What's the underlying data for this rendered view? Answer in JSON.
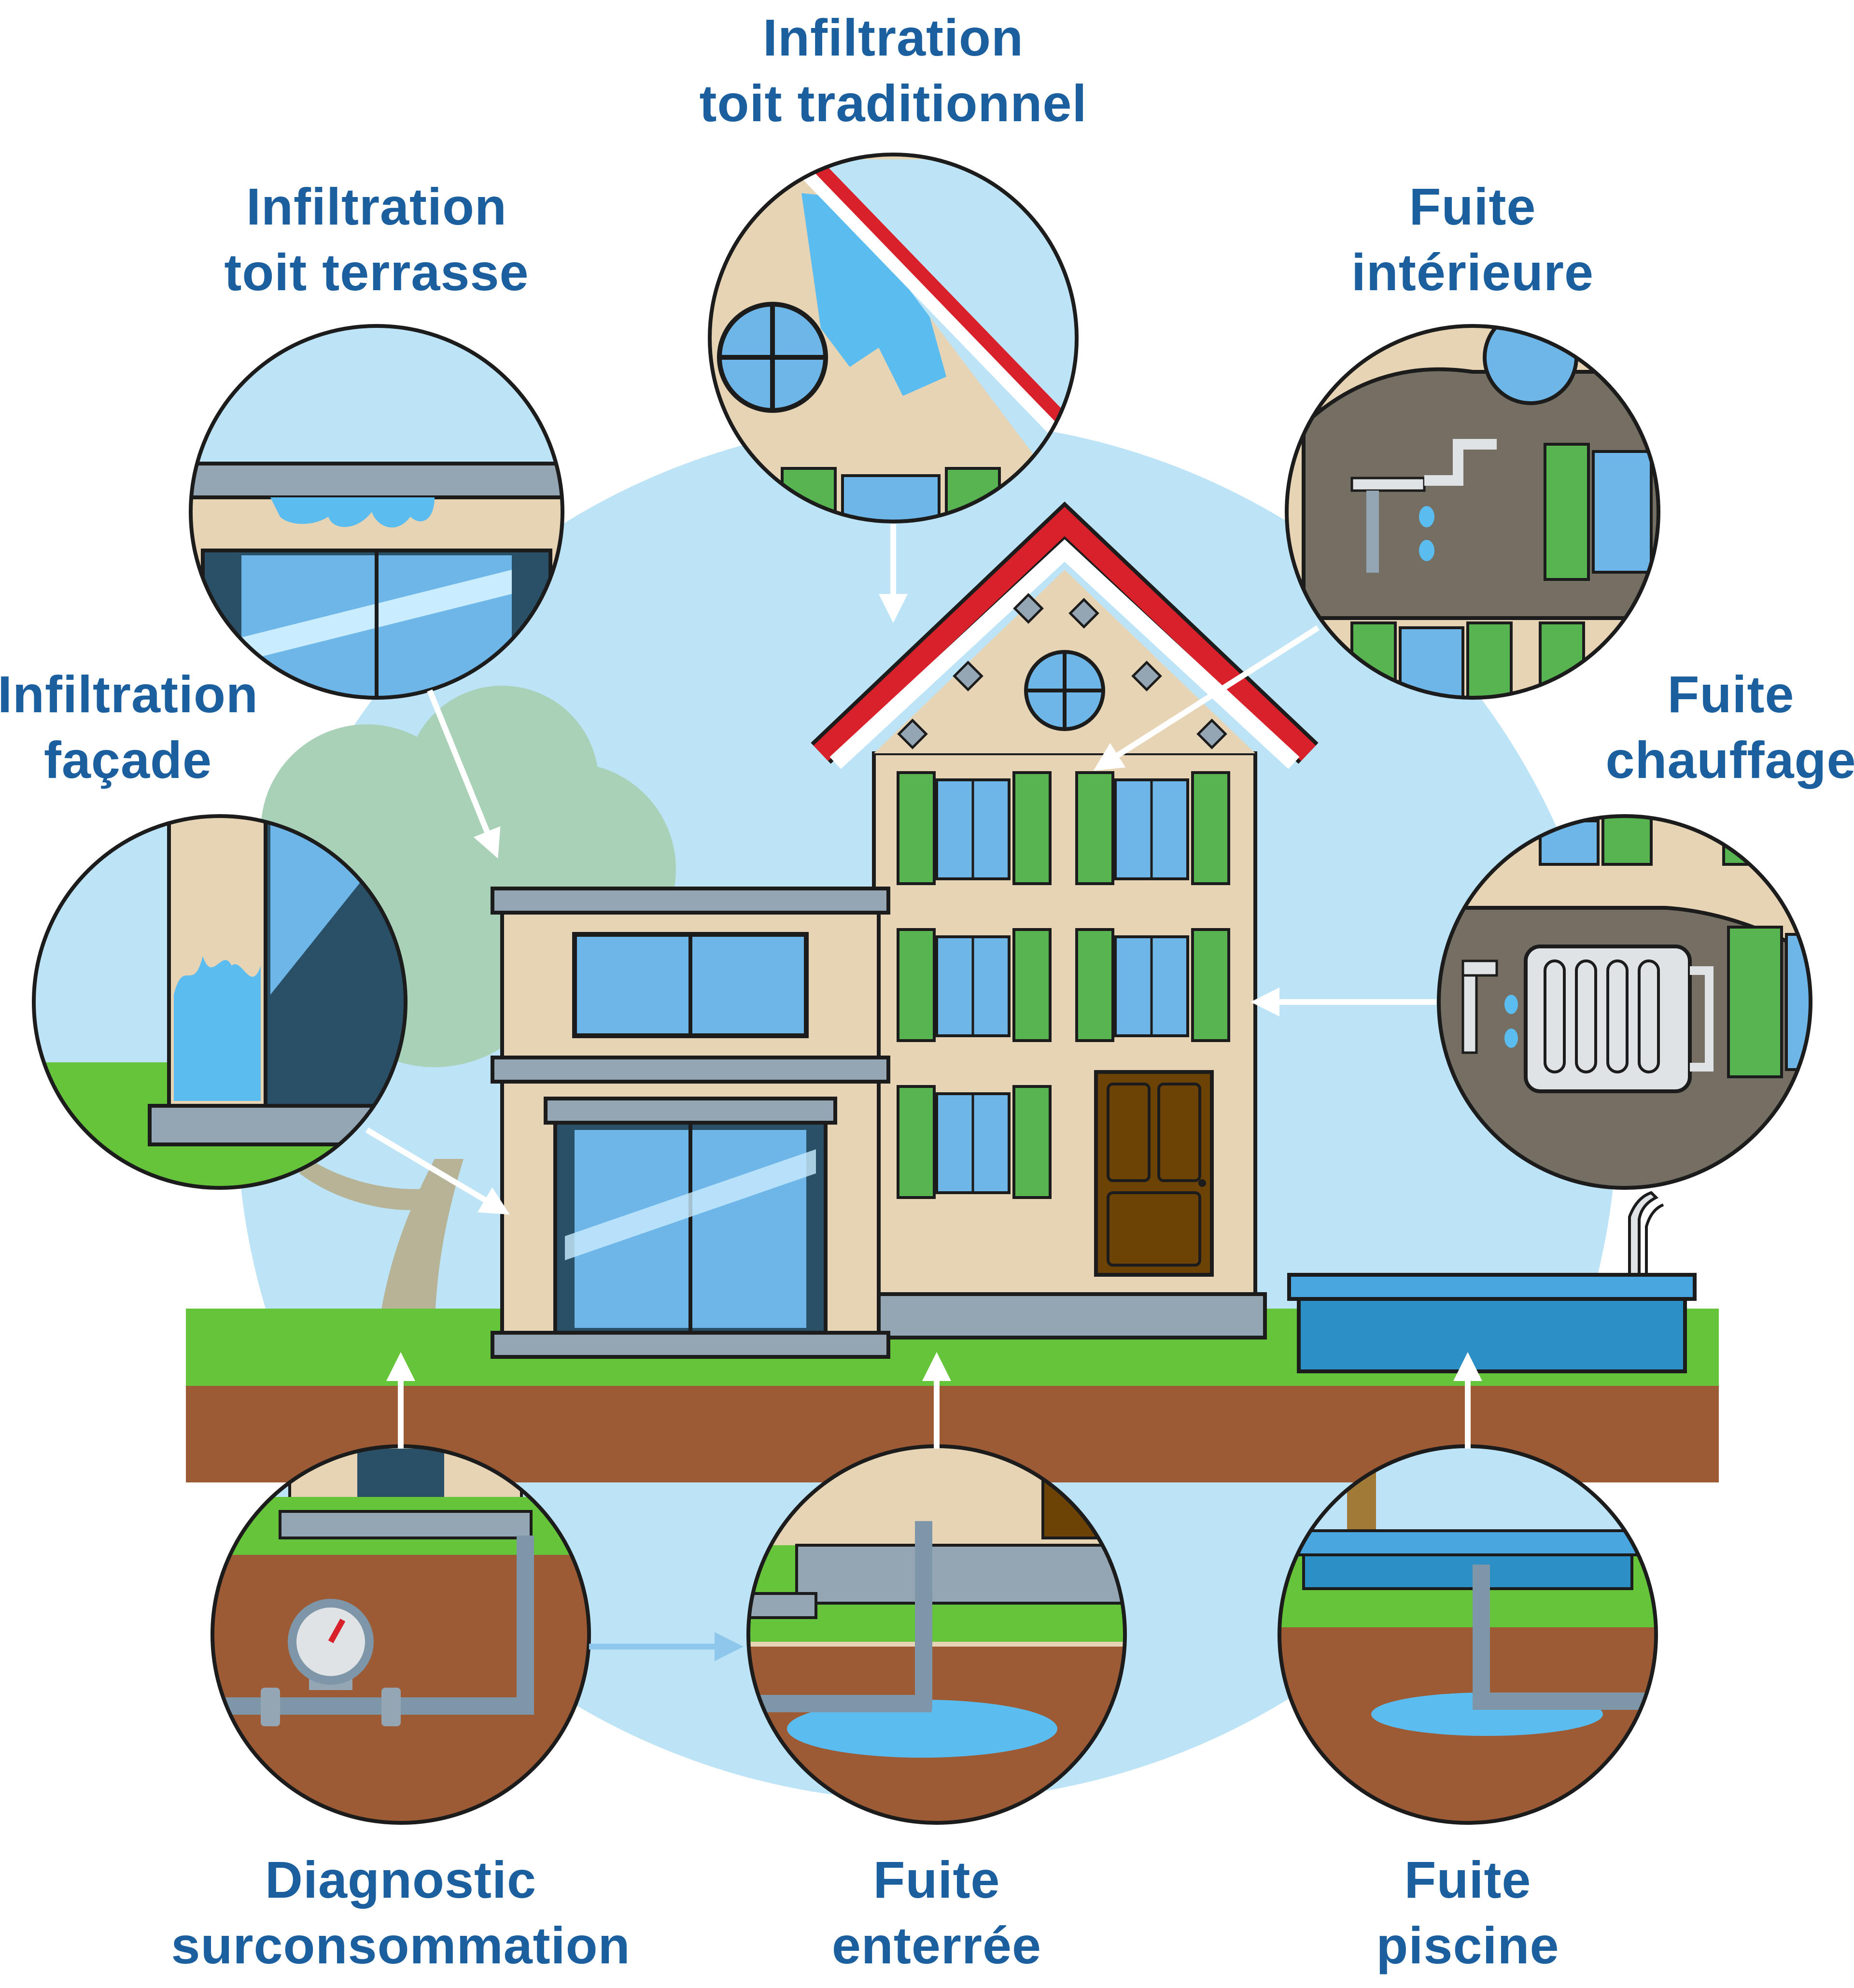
{
  "labels": {
    "toit_traditionnel": {
      "line1": "Infiltration",
      "line2": "toit traditionnel"
    },
    "toit_terrasse": {
      "line1": "Infiltration",
      "line2": "toit terrasse"
    },
    "fuite_interieure": {
      "line1": "Fuite",
      "line2": "intérieure"
    },
    "facade": {
      "line1": "Infiltration",
      "line2": "façade"
    },
    "fuite_chauffage": {
      "line1": "Fuite",
      "line2": "chauffage"
    },
    "diagnostic": {
      "line1": "Diagnostic",
      "line2": "surconsommation"
    },
    "fuite_enterree": {
      "line1": "Fuite",
      "line2": "enterrée"
    },
    "fuite_piscine": {
      "line1": "Fuite",
      "line2": "piscine"
    }
  },
  "colors": {
    "label": "#1b5f9e",
    "sky": "#bde3f7",
    "grass": "#66c43a",
    "soil": "#9c5b35",
    "wall": "#e7d4b5",
    "roof": "#d9212b",
    "shutter": "#58b351",
    "glass": "#6fb6e8",
    "glass_dark": "#2a5068",
    "water": "#5bbcf0",
    "pipe": "#7d97a8",
    "concrete": "#94a5b3",
    "interior": "#746e63",
    "pool": "#2c8fc6",
    "door": "#6c4305"
  }
}
